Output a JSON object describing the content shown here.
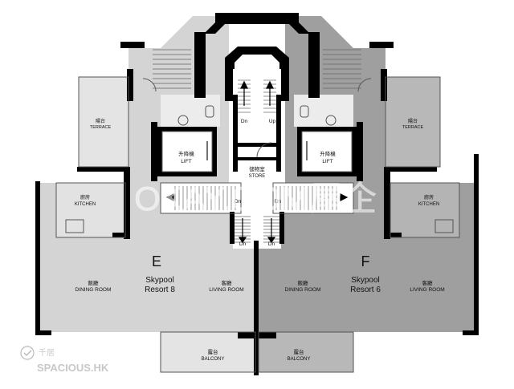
{
  "units": {
    "E": {
      "letter": "E",
      "name_line1": "Skypool",
      "name_line2": "Resort 8"
    },
    "F": {
      "letter": "F",
      "name_line1": "Skypool",
      "name_line2": "Resort 6"
    }
  },
  "rooms": {
    "terrace_zh": "陽台",
    "terrace_en": "TERRACE",
    "kitchen_zh": "廚房",
    "kitchen_en": "KITCHEN",
    "dining_zh": "飯廳",
    "dining_en": "DINING ROOM",
    "living_zh": "客廳",
    "living_en": "LIVING ROOM",
    "balcony_zh": "露台",
    "balcony_en": "BALCONY",
    "lift_zh": "升降機",
    "lift_en": "LIFT",
    "store_zh": "儲物室",
    "store_en": "STORE"
  },
  "stairs": {
    "down": "Dn",
    "up": "Up"
  },
  "watermark": {
    "text": "OKAY.COM屋企"
  },
  "logo": {
    "zh": "千居",
    "en": "SPACIOUS.HK"
  },
  "colors": {
    "wall": "#000000",
    "unit_e": "#d4d4d4",
    "unit_f": "#9f9f9f",
    "outdoor_e": "#e4e4e4",
    "outdoor_f": "#b8b8b8",
    "core": "#ffffff",
    "watermark": "#ffffff"
  }
}
